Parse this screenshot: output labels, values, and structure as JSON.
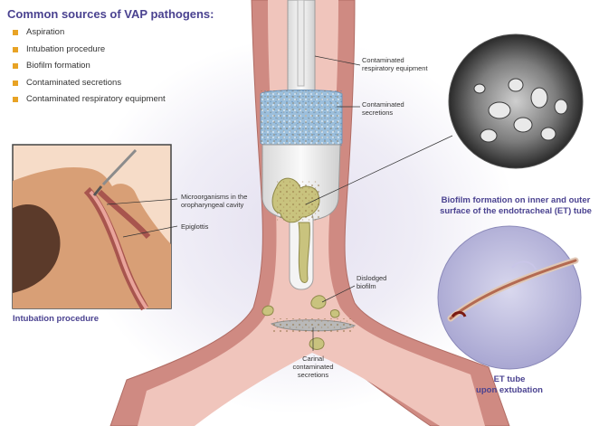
{
  "sources": {
    "title": "Common sources of VAP pathogens:",
    "items": [
      "Aspiration",
      "Intubation procedure",
      "Biofilm formation",
      "Contaminated secretions",
      "Contaminated respiratory equipment"
    ]
  },
  "labels": {
    "contaminated_equipment": [
      "Contaminated",
      "respiratory equipment"
    ],
    "contaminated_secretions": [
      "Contaminated",
      "secretions"
    ],
    "microorganisms": [
      "Microorganisms in the",
      "oropharyngeal cavity"
    ],
    "epiglottis": "Epiglottis",
    "dislodged_biofilm": [
      "Dislodged",
      "biofilm"
    ],
    "carinal_secretions": [
      "Carinal",
      "contaminated",
      "secretions"
    ]
  },
  "captions": {
    "intubation": "Intubation procedure",
    "biofilm": [
      "Biofilm formation on inner and outer",
      "surface of the endotracheal (ET) tube"
    ],
    "et_tube": [
      "ET tube",
      "upon extubation"
    ]
  },
  "colors": {
    "title": "#4a4290",
    "bullet": "#e8a325",
    "airway_wall": "#cf8a82",
    "airway_lumen": "#f0c5bc",
    "biofilm": "#c9c37e",
    "cuff": "#9cbfdc"
  }
}
